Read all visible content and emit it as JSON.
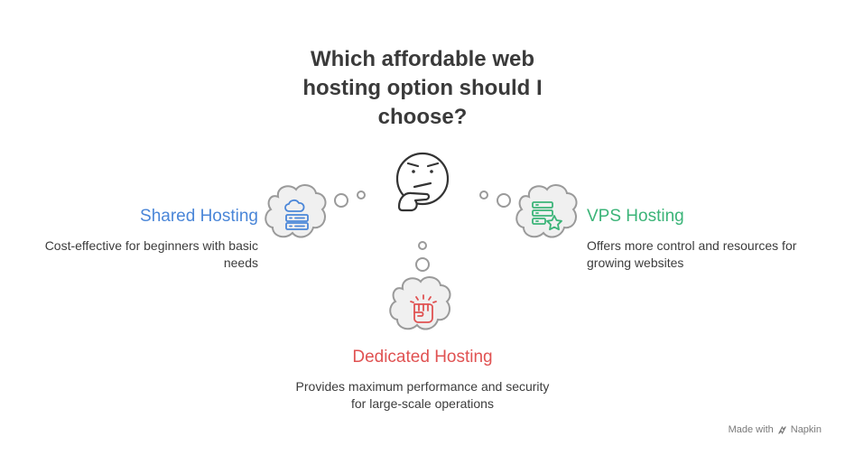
{
  "title": "Which affordable web hosting option should I choose?",
  "options": {
    "shared": {
      "title": "Shared Hosting",
      "desc": "Cost-effective for beginners with basic needs",
      "color": "#4a86d8",
      "icon": "server-cloud-icon"
    },
    "vps": {
      "title": "VPS Hosting",
      "desc": "Offers more control and resources for growing websites",
      "color": "#3bb478",
      "icon": "server-star-icon"
    },
    "dedicated": {
      "title": "Dedicated Hosting",
      "desc": "Provides maximum performance and security for large-scale operations",
      "color": "#e05252",
      "icon": "raised-fist-icon"
    }
  },
  "center_icon": "thinking-face-icon",
  "footer": {
    "made_with": "Made with",
    "brand": "Napkin"
  }
}
